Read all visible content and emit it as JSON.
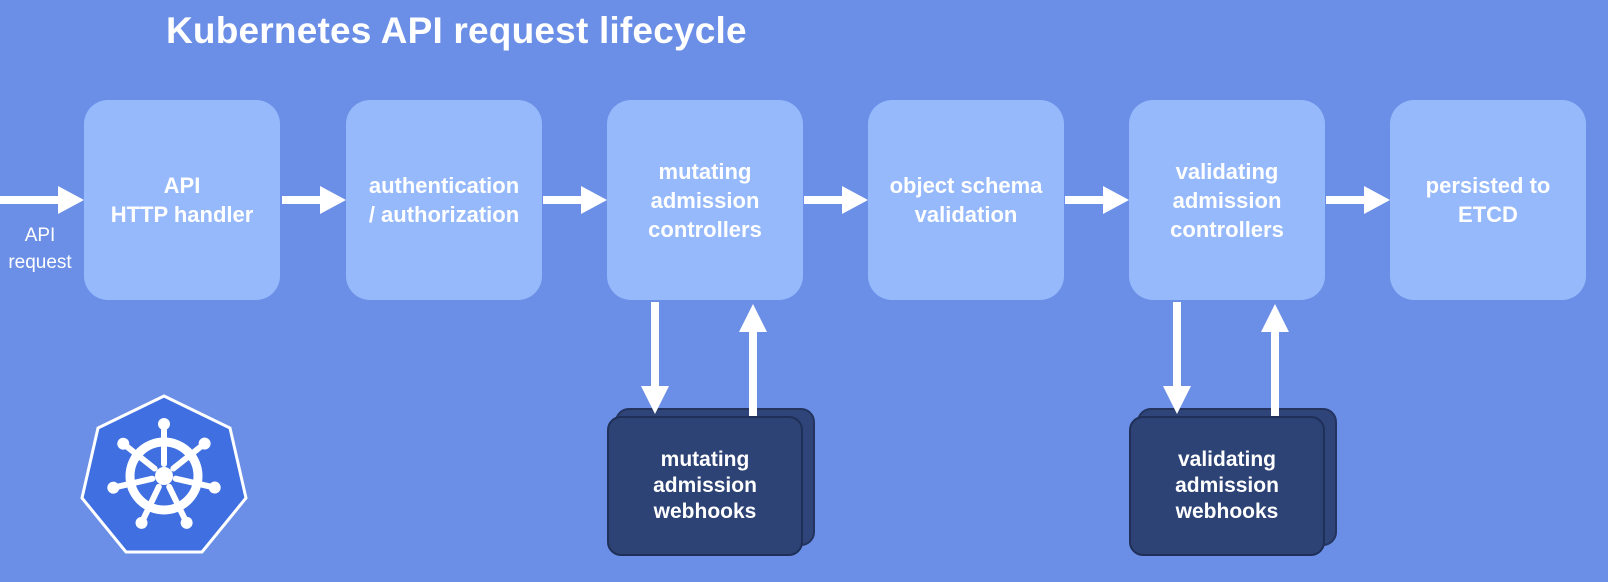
{
  "title": "Kubernetes API request lifecycle",
  "input": {
    "line1": "API",
    "line2": "request"
  },
  "stages": [
    {
      "lines": [
        "API",
        "HTTP handler"
      ]
    },
    {
      "lines": [
        "authentication",
        "/ authorization"
      ]
    },
    {
      "lines": [
        "mutating",
        "admission",
        "controllers"
      ]
    },
    {
      "lines": [
        "object schema",
        "validation"
      ]
    },
    {
      "lines": [
        "validating",
        "admission",
        "controllers"
      ]
    },
    {
      "lines": [
        "persisted to",
        "ETCD"
      ]
    }
  ],
  "webhooks": [
    {
      "lines": [
        "mutating",
        "admission",
        "webhooks"
      ]
    },
    {
      "lines": [
        "validating",
        "admission",
        "webhooks"
      ]
    }
  ],
  "colors": {
    "background": "#6b8fe6",
    "stage_box": "#96b9fb",
    "webhook_box": "#2d4375",
    "logo": "#3f6fe0",
    "text": "#ffffff"
  },
  "icons": {
    "logo": "kubernetes-helm-wheel-icon"
  }
}
